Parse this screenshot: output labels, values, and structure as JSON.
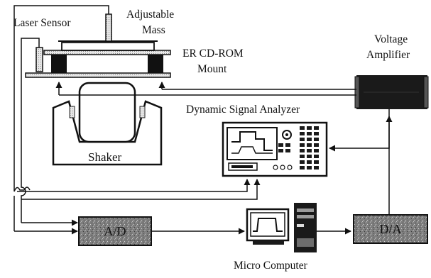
{
  "labels": {
    "laser_sensor": "Laser Sensor",
    "adjustable_mass_line1": "Adjustable",
    "adjustable_mass_line2": "Mass",
    "er_cdrom_line1": "ER CD-ROM",
    "er_cdrom_line2": "Mount",
    "voltage_amp_line1": "Voltage",
    "voltage_amp_line2": "Amplifier",
    "signal_analyzer": "Dynamic Signal Analyzer",
    "shaker": "Shaker",
    "ad": "A/D",
    "da": "D/A",
    "micro_computer": "Micro Computer"
  },
  "colors": {
    "line": "#111111",
    "block_fill": "#8a8a8a",
    "dark": "#1a1a1a"
  }
}
